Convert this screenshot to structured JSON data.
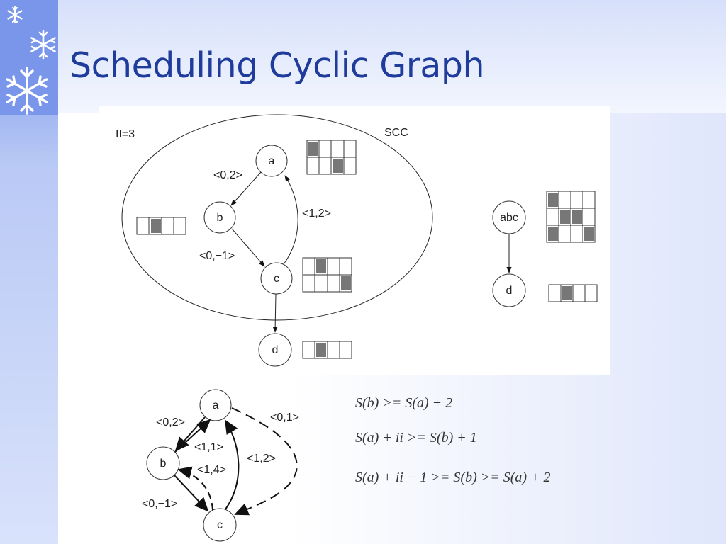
{
  "slide": {
    "title": "Scheduling Cyclic Graph"
  },
  "diagram_top": {
    "ii_label": "II=3",
    "scc_label": "SCC",
    "nodes": {
      "a": "a",
      "b": "b",
      "c": "c",
      "d": "d",
      "abc": "abc",
      "d2": "d"
    },
    "edges": {
      "ab": "<0,2>",
      "bc": "<0,−1>",
      "ca": "<1,2>"
    }
  },
  "diagram_bottom": {
    "nodes": {
      "a": "a",
      "b": "b",
      "c": "c"
    },
    "edges": {
      "ab": "<0,2>",
      "ac_dashed": "<0,1>",
      "ba": "<1,1>",
      "cb_dashed": "<1,4>",
      "ca": "<1,2>",
      "bc": "<0,−1>"
    }
  },
  "equations": {
    "eq1": "S(b) >= S(a) + 2",
    "eq2": "S(a) + ii >= S(b) + 1",
    "eq3": "S(a) + ii − 1 >= S(b) >= S(a) + 2"
  },
  "colors": {
    "title": "#1f3c9c",
    "left_bar": "#7a96ea",
    "filled_cell": "#777777"
  },
  "icons": [
    "snowflake-icon",
    "snowflake-icon",
    "snowflake-icon"
  ]
}
